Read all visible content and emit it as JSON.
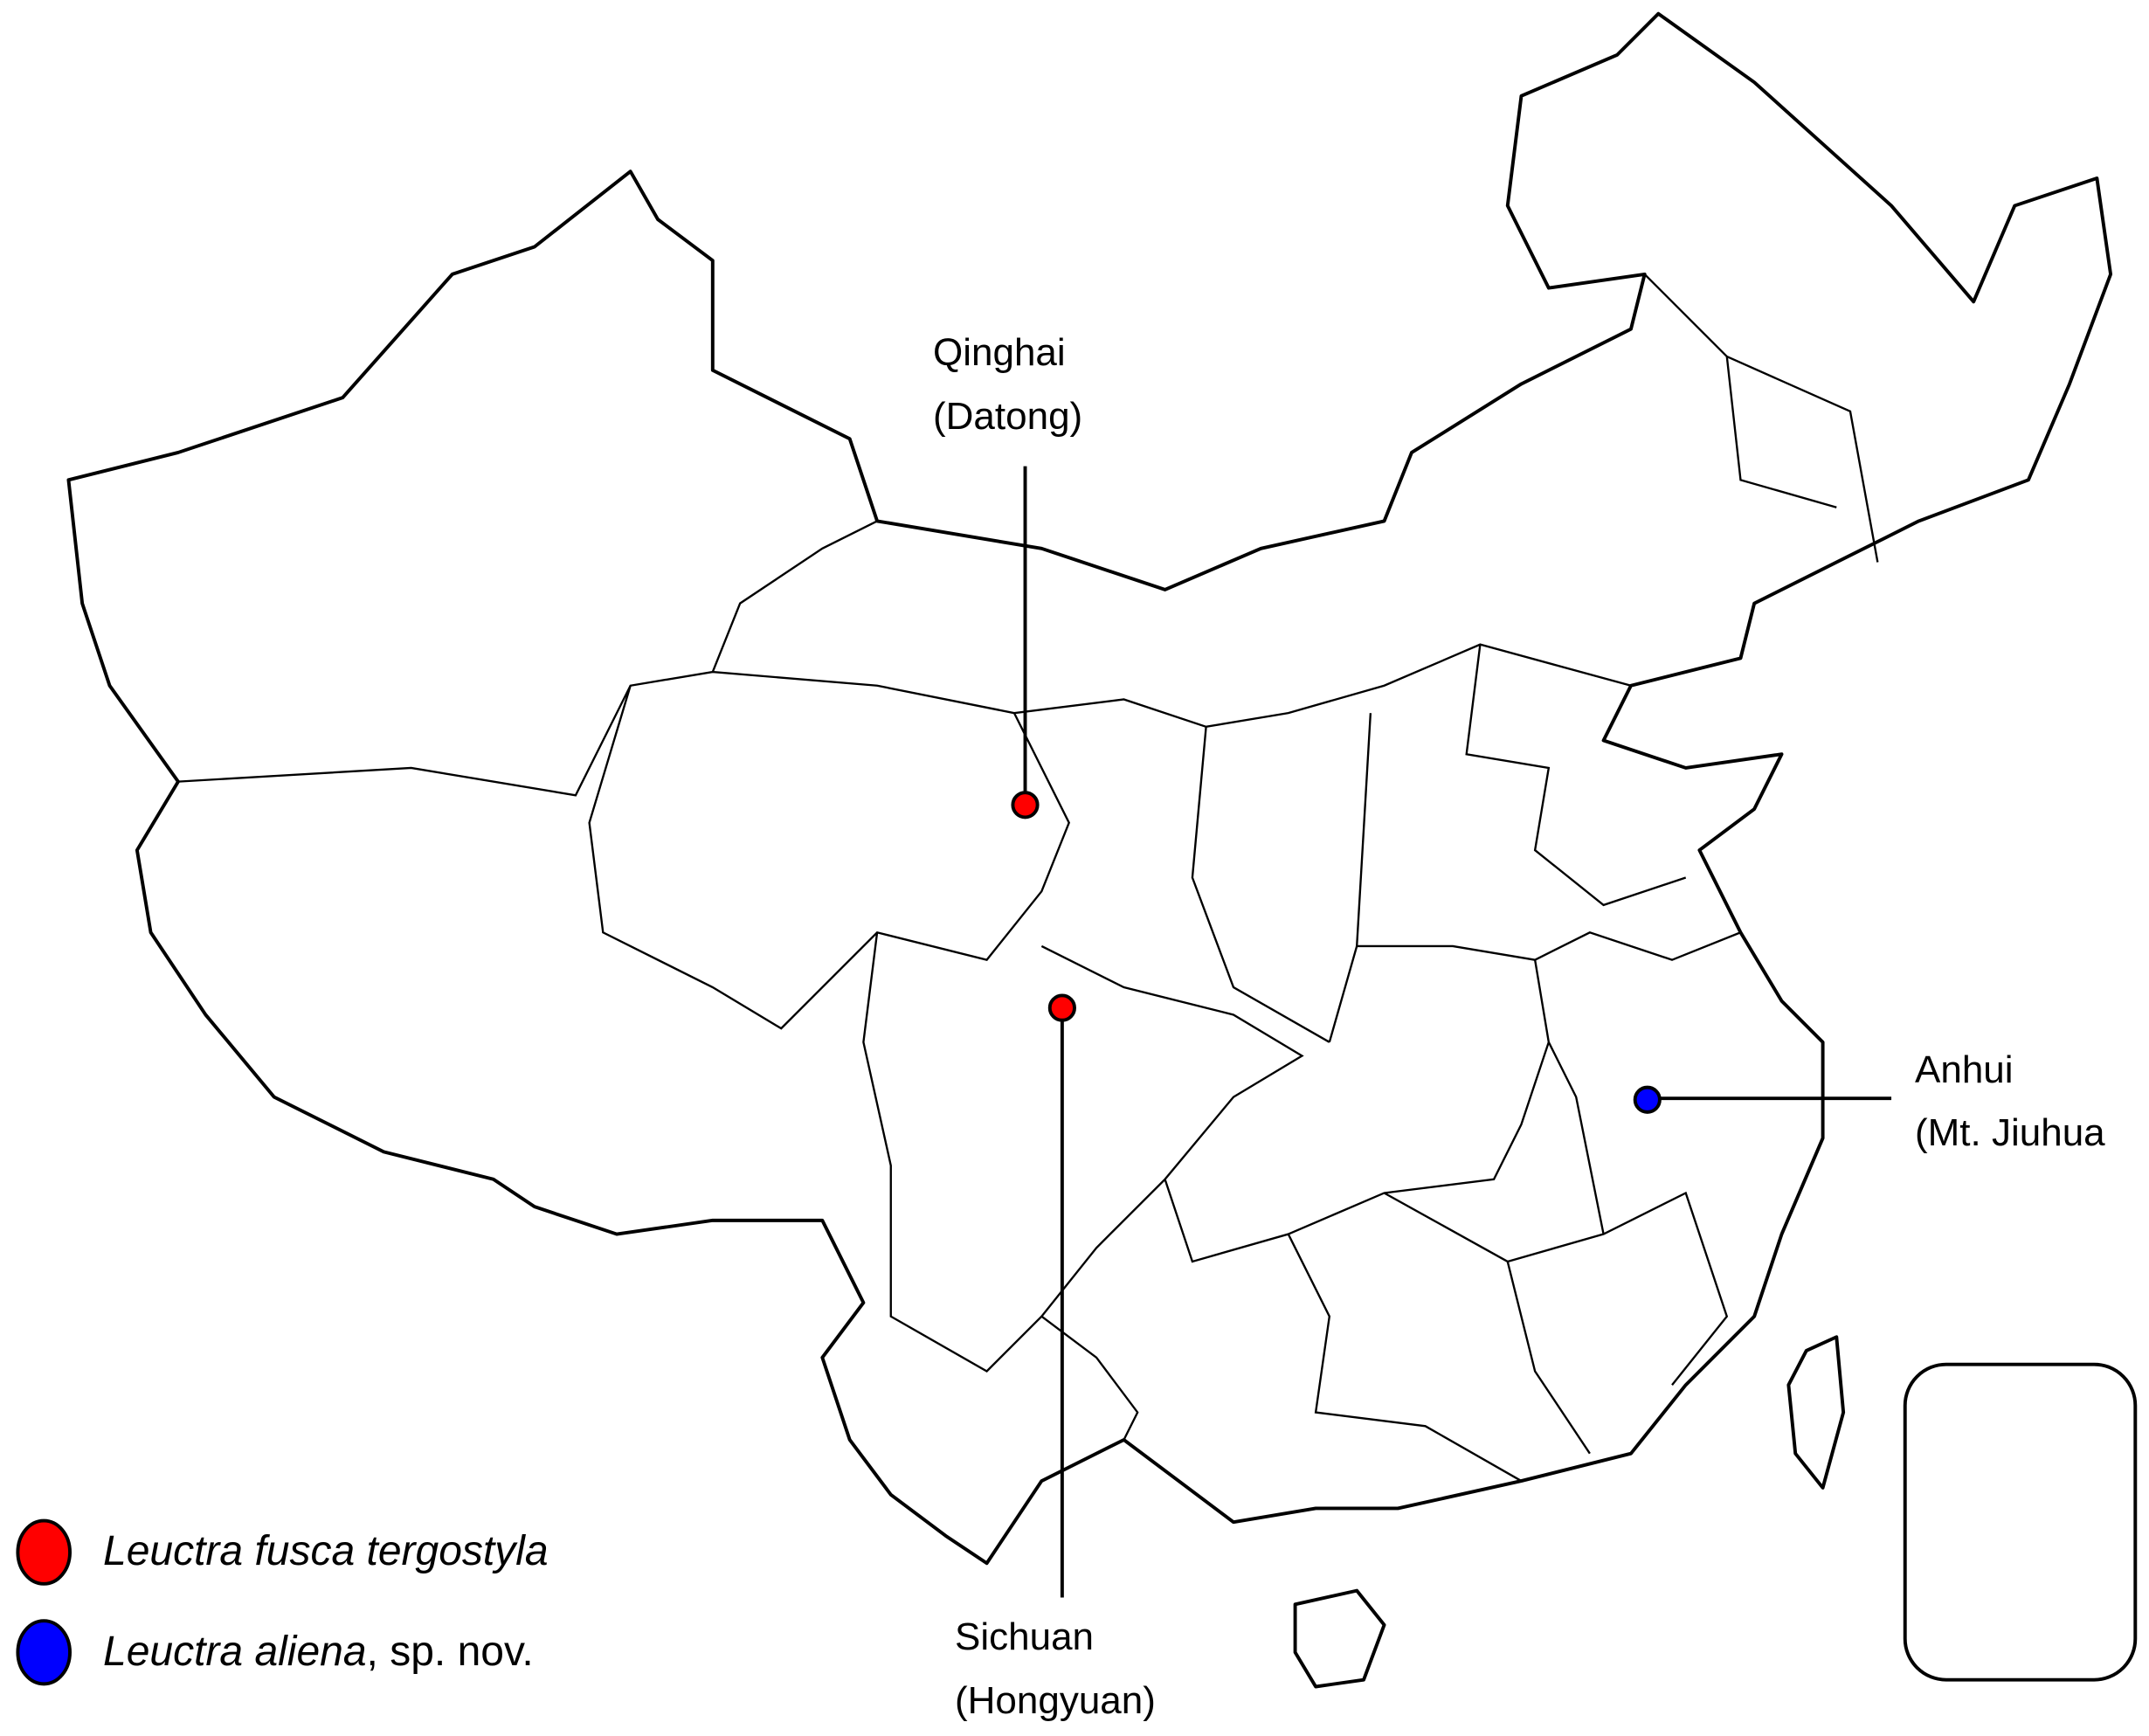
{
  "colors": {
    "fusca": "#ff0000",
    "aliena": "#0000ff",
    "outline": "#000000"
  },
  "localities": [
    {
      "province": "Qinghai",
      "site": "(Datong)",
      "species": "fusca"
    },
    {
      "province": "Sichuan",
      "site": "(Hongyuan)",
      "species": "fusca"
    },
    {
      "province": "Anhui",
      "site": "(Mt. Jiuhua",
      "species": "aliena"
    }
  ],
  "legend": {
    "items": [
      {
        "name": "Leuctra fusca tergostyla",
        "suffix": ""
      },
      {
        "name": "Leuctra aliena",
        "suffix": ", sp. nov."
      }
    ]
  }
}
